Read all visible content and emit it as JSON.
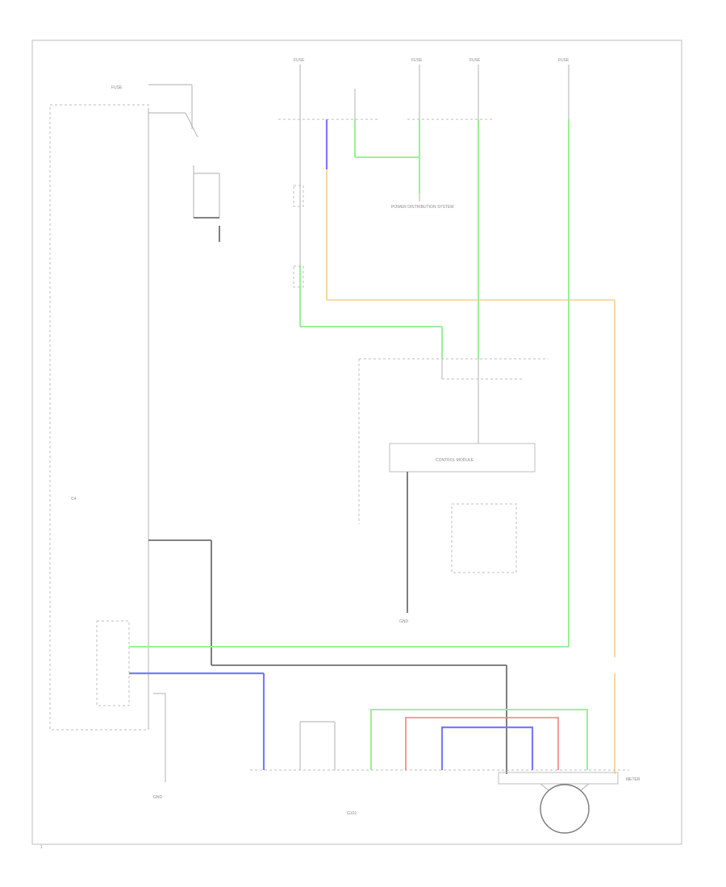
{
  "diagram": {
    "labels": {
      "fuse_top_left": "FUSE",
      "fuse_1": "FUSE",
      "fuse_2": "FUSE",
      "fuse_3": "FUSE",
      "fuse_4": "FUSE",
      "power_distribution": "POWER DISTRIBUTION SYSTEM",
      "control_module": "CONTROL MODULE",
      "connector_left": "C4",
      "ground_left": "GND",
      "ground_mid": "GND",
      "meter": "METER",
      "node": "G101"
    },
    "page_marker": "1"
  }
}
